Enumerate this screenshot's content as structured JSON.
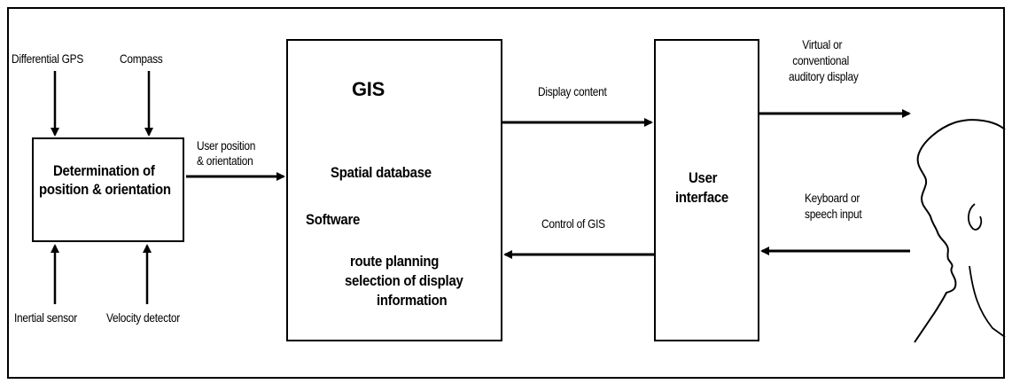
{
  "inputs": {
    "differential_gps": "Differential GPS",
    "compass": "Compass",
    "inertial_sensor": "Inertial sensor",
    "velocity_detector": "Velocity detector"
  },
  "determination_box": {
    "line1": "Determination of",
    "line2": "position & orientation"
  },
  "user_position_label": {
    "line1": "User position",
    "line2": "& orientation"
  },
  "gis_box": {
    "title": "GIS",
    "spatial_database": "Spatial database",
    "software": "Software",
    "route_planning": "route planning",
    "selection_line1": "selection of display",
    "selection_line2": "information"
  },
  "display_content_label": "Display content",
  "control_of_gis_label": "Control of GIS",
  "user_interface_box": {
    "line1": "User",
    "line2": "interface"
  },
  "auditory_display_label": {
    "line1": "Virtual or",
    "line2": "conventional",
    "line3": "auditory display"
  },
  "keyboard_label": {
    "line1": "Keyboard or",
    "line2": "speech input"
  },
  "colors": {
    "stroke": "#000000",
    "background": "#ffffff"
  }
}
